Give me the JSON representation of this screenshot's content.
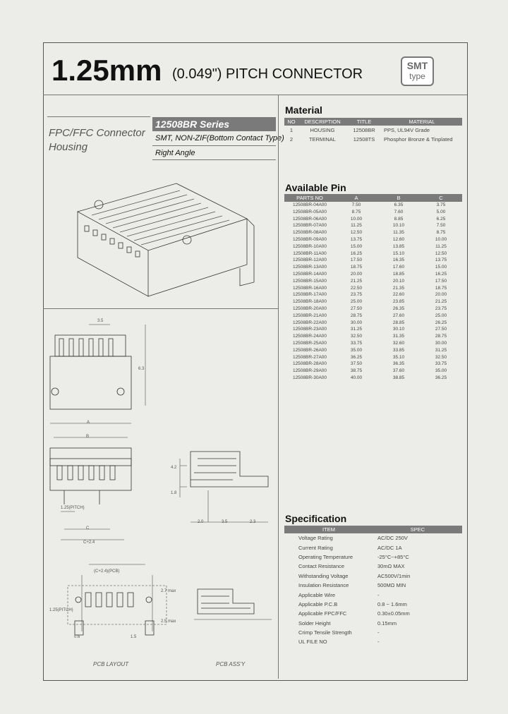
{
  "header": {
    "title_main": "1.25mm",
    "title_sub": "(0.049\") PITCH CONNECTOR",
    "badge_top": "SMT",
    "badge_bottom": "type"
  },
  "product": {
    "category_line1": "FPC/FFC Connector",
    "category_line2": "Housing",
    "series": "12508BR Series",
    "type_line": "SMT, NON-ZIF(Bottom Contact Type)",
    "angle": "Right Angle"
  },
  "material": {
    "title": "Material",
    "headers": [
      "NO",
      "DESCRIPTION",
      "TITLE",
      "MATERIAL"
    ],
    "rows": [
      [
        "1",
        "HOUSING",
        "12508BR",
        "PPS, UL94V Grade"
      ],
      [
        "2",
        "TERMINAL",
        "12508TS",
        "Phosphor Bronze & Tinplated"
      ]
    ]
  },
  "available_pin": {
    "title": "Available Pin",
    "headers": [
      "PARTS NO",
      "A",
      "B",
      "C"
    ],
    "rows": [
      [
        "12508BR-04A00",
        "7.50",
        "6.35",
        "3.75"
      ],
      [
        "12508BR-05A00",
        "8.75",
        "7.60",
        "5.00"
      ],
      [
        "12508BR-06A00",
        "10.00",
        "8.85",
        "6.25"
      ],
      [
        "12508BR-07A00",
        "11.25",
        "10.10",
        "7.50"
      ],
      [
        "12508BR-08A00",
        "12.50",
        "11.35",
        "8.75"
      ],
      [
        "12508BR-09A00",
        "13.75",
        "12.60",
        "10.00"
      ],
      [
        "12508BR-10A00",
        "15.00",
        "13.85",
        "11.25"
      ],
      [
        "12508BR-11A00",
        "16.25",
        "15.10",
        "12.50"
      ],
      [
        "12508BR-12A00",
        "17.50",
        "16.35",
        "13.75"
      ],
      [
        "12508BR-13A00",
        "18.75",
        "17.60",
        "15.00"
      ],
      [
        "12508BR-14A00",
        "20.00",
        "18.85",
        "16.25"
      ],
      [
        "12508BR-15A00",
        "21.25",
        "20.10",
        "17.50"
      ],
      [
        "12508BR-16A00",
        "22.50",
        "21.35",
        "18.75"
      ],
      [
        "12508BR-17A00",
        "23.75",
        "22.60",
        "20.00"
      ],
      [
        "12508BR-18A00",
        "25.00",
        "23.85",
        "21.25"
      ],
      [
        "12508BR-20A00",
        "27.50",
        "26.35",
        "23.75"
      ],
      [
        "12508BR-21A00",
        "28.75",
        "27.60",
        "25.00"
      ],
      [
        "12508BR-22A00",
        "30.00",
        "28.85",
        "26.25"
      ],
      [
        "12508BR-23A00",
        "31.25",
        "30.10",
        "27.50"
      ],
      [
        "12508BR-24A00",
        "32.50",
        "31.35",
        "28.75"
      ],
      [
        "12508BR-25A00",
        "33.75",
        "32.60",
        "30.00"
      ],
      [
        "12508BR-26A00",
        "35.00",
        "33.85",
        "31.25"
      ],
      [
        "12508BR-27A00",
        "36.25",
        "35.10",
        "32.50"
      ],
      [
        "12508BR-28A00",
        "37.50",
        "36.35",
        "33.75"
      ],
      [
        "12508BR-29A00",
        "38.75",
        "37.60",
        "35.00"
      ],
      [
        "12508BR-30A00",
        "40.00",
        "38.85",
        "36.25"
      ]
    ]
  },
  "specification": {
    "title": "Specification",
    "headers": [
      "ITEM",
      "SPEC"
    ],
    "rows": [
      [
        "Voltage Rating",
        "AC/DC 250V"
      ],
      [
        "Current Rating",
        "AC/DC 1A"
      ],
      [
        "Operating Temperature",
        "-25°C~+85°C"
      ],
      [
        "Contact Resistance",
        "30mΩ MAX"
      ],
      [
        "Withstanding Voltage",
        "AC500V/1min"
      ],
      [
        "Insulation Resistance",
        "500MΩ MIN"
      ],
      [
        "Applicable Wire",
        "-"
      ],
      [
        "Applicable P.C.B",
        "0.8 ~ 1.6mm"
      ],
      [
        "Applicable FPC/FFC",
        "0.30±0.05mm"
      ],
      [
        "Solder Height",
        "0.15mm"
      ],
      [
        "Crimp Tensile Strength",
        "-"
      ],
      [
        "UL FILE NO",
        "-"
      ]
    ]
  },
  "drawing": {
    "dim_pitch": "3.5",
    "dim_height": "6.3",
    "dim_A": "A",
    "dim_B": "B",
    "dim_pitch_125": "1.25(PITCH)",
    "dim_C": "C",
    "dim_C24": "C+2.4",
    "dim_42": "4.2",
    "dim_18": "1.8",
    "dim_20": "2.0",
    "dim_35": "3.5",
    "dim_23": "2.3",
    "dim_layout_top": "(C+2.4)(PCB)",
    "dim_layout_hole": "1.25(PITCH)",
    "dim_06": "0.6",
    "dim_15": "1.5",
    "dim_27max": "2.7 max",
    "dim_25max": "2.5 max",
    "caption_layout": "PCB LAYOUT",
    "caption_assy": "PCB ASS'Y"
  }
}
